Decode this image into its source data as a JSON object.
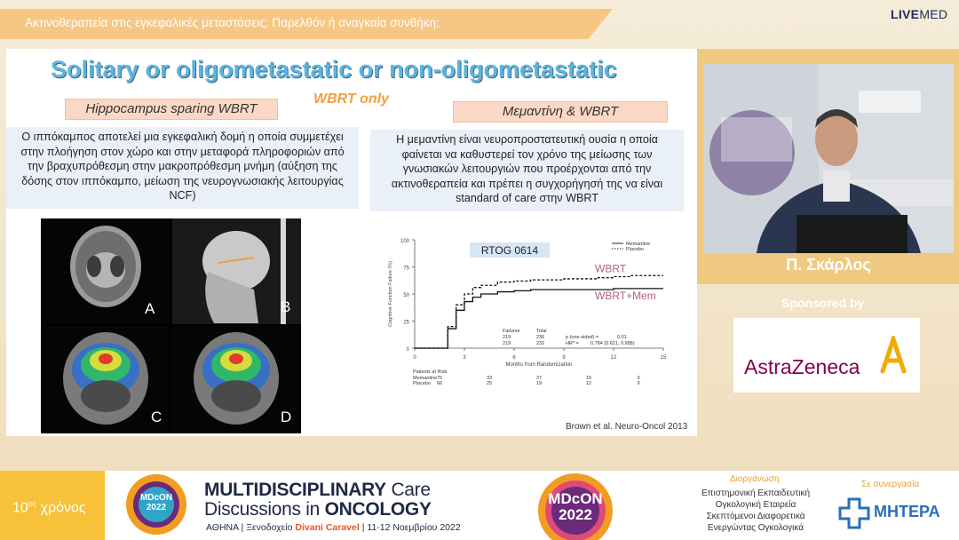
{
  "header": {
    "title": "Ακτινοθεραπεία στις εγκεφαλικές μεταστάσεις: Παρελθόν ή αναγκαία συνθήκη;",
    "logo_live": "LIVE",
    "logo_med": "MED"
  },
  "slide": {
    "title": "Solitary or oligometastatic or non-oligometastatic",
    "wbrt_only": "WBRT only",
    "left_pill": "Hippocampus sparing WBRT",
    "right_pill": "Μεμαντίνη & WBRT",
    "left_text": "Ο ιππόκαμπος αποτελεί μια εγκεφαλική δομή η οποία συμμετέχει στην πλοήγηση στον χώρο και στην  μεταφορά πληροφοριών από την βραχυπρόθεσμη στην μακροπρόθεσμη μνήμη (αύξηση της δόσης στον ιππόκαμπο, μείωση της νευρογνωσιακής λειτουργίας NCF)",
    "right_text": "Η μεμαντίνη είναι νευροπροστατευτική ουσία η οποία φαίνεται να καθυστερεί τον χρόνο της μείωσης των γνωσιακών λειτουργιών που προέρχονται από την ακτινοθεραπεία και πρέπει η συγχορήγησή της να είναι standard of care στην WBRT",
    "mri_labels": [
      "A",
      "B",
      "C",
      "D"
    ],
    "citation": "Brown et al. Neuro-Oncol 2013"
  },
  "chart_data": {
    "type": "line",
    "title": "RTOG 0614",
    "xlabel": "Months from Randomization",
    "ylabel": "Cognitive Function Failure (%)",
    "xlim": [
      0,
      15
    ],
    "ylim": [
      0,
      100
    ],
    "xticks": [
      0,
      3,
      6,
      9,
      12,
      15
    ],
    "yticks": [
      0,
      25,
      50,
      75,
      100
    ],
    "legend": [
      "Memantine",
      "Placebo"
    ],
    "legend_position": "top-right",
    "series": [
      {
        "name": "WBRT",
        "style": "dotted",
        "x": [
          0,
          1.5,
          2,
          2.5,
          3,
          3.5,
          4,
          5,
          6,
          7,
          8,
          9,
          10,
          11,
          12,
          13,
          15
        ],
        "y": [
          0,
          0,
          20,
          40,
          50,
          56,
          58,
          61,
          62,
          63,
          63,
          64,
          64,
          65,
          66,
          67,
          67
        ]
      },
      {
        "name": "WBRT+Mem",
        "style": "solid",
        "x": [
          0,
          1.5,
          2,
          2.5,
          3,
          3.5,
          4,
          5,
          6,
          7,
          8,
          9,
          10,
          11,
          12,
          13,
          15
        ],
        "y": [
          0,
          0,
          18,
          35,
          43,
          47,
          50,
          52,
          53,
          54,
          54,
          54,
          54,
          54,
          55,
          55,
          55
        ]
      }
    ],
    "stats": {
      "failures_label": "Failures",
      "total_label": "Total",
      "row1": [
        "219",
        "236"
      ],
      "row2": [
        "219",
        "232"
      ],
      "p_text": "p (one-sided) =",
      "p_value": "0.01",
      "hr_text": "HR* =",
      "hr_value": "0.784 (0.621, 0.988)"
    },
    "at_risk": {
      "header": "Patients at Risk",
      "rows": [
        {
          "label": "Memantine",
          "values": [
            "75",
            "33",
            "27",
            "15",
            "9"
          ]
        },
        {
          "label": "Placebo",
          "values": [
            "66",
            "25",
            "19",
            "12",
            "9"
          ]
        }
      ]
    }
  },
  "speaker": {
    "name": "Π. Σκάρλος"
  },
  "sponsor": {
    "label": "Sponsored by",
    "name": "AstraZeneca"
  },
  "banner": {
    "years_num": "10",
    "years_sup": "ος",
    "years_word": "χρόνος",
    "line1_a": "MULTIDISCIPLINARY",
    "line1_b": "Care",
    "line2_a": "Discussions in",
    "line2_b": "ONCOLOGY",
    "location_a": "ΑΘΗΝΑ | Ξενοδοχείο",
    "location_b": "Divani Caravel",
    "location_c": "| 11-12 Νοεμβρίου 2022",
    "mdcon": "MDcON",
    "mdcon_year": "2022",
    "org_head": "Διοργάνωση",
    "org_lines": [
      "Επιστημονική Εκπαιδευτική",
      "Ογκολογική Εταιρεία",
      "Σκεπτόμενοι Διαφορετικά",
      "Ενεργώντας Ογκολογικά"
    ],
    "collab_head": "Σε συνεργασία",
    "mitera": "ΜΗΤΕΡΑ"
  },
  "colors": {
    "title_blue": "#5fb4de",
    "accent_orange": "#f6c784",
    "mdcon_purple": "#6b2a7a",
    "astrazeneca": "#830051"
  }
}
